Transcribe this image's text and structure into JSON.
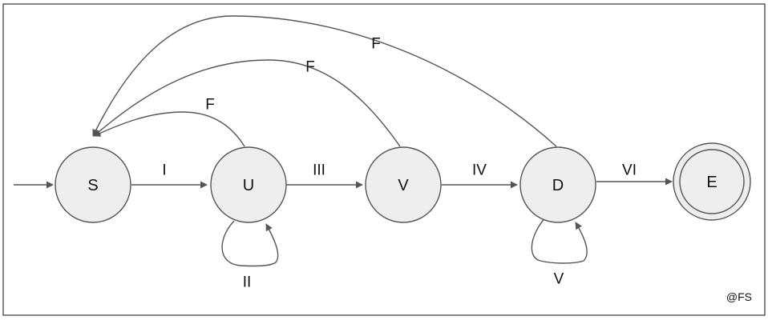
{
  "diagram": {
    "type": "state-machine",
    "nodes": {
      "s": {
        "label": "S"
      },
      "u": {
        "label": "U"
      },
      "v": {
        "label": "V"
      },
      "d": {
        "label": "D"
      },
      "e": {
        "label": "E",
        "accepting": true
      }
    },
    "edges": {
      "s_u": {
        "from": "S",
        "to": "U",
        "label": "I"
      },
      "u_u": {
        "from": "U",
        "to": "U",
        "label": "II"
      },
      "u_v": {
        "from": "U",
        "to": "V",
        "label": "III"
      },
      "v_d": {
        "from": "V",
        "to": "D",
        "label": "IV"
      },
      "d_d": {
        "from": "D",
        "to": "D",
        "label": "V"
      },
      "d_e": {
        "from": "D",
        "to": "E",
        "label": "VI"
      },
      "u_s": {
        "from": "U",
        "to": "S",
        "label": "F"
      },
      "v_s": {
        "from": "V",
        "to": "S",
        "label": "F"
      },
      "d_s": {
        "from": "D",
        "to": "S",
        "label": "F"
      }
    },
    "initial_state": "S",
    "credit": "@FS"
  },
  "colors": {
    "node_fill": "#eeeeee",
    "stroke": "#555555",
    "frame": "#333333"
  }
}
